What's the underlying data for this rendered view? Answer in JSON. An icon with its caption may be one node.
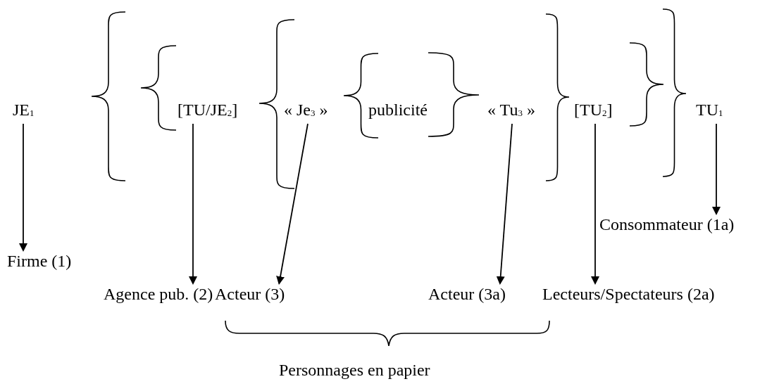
{
  "diagram": {
    "nodes": [
      {
        "text": [
          "JE$_{1}$"
        ]
      },
      {
        "text": [
          "[TU/JE$_{2}$]"
        ]
      },
      {
        "text": [
          "« Je$_{3}$ »"
        ]
      },
      {
        "text": [
          "publicité"
        ]
      },
      {
        "text": [
          "« Tu$_{3}$ »"
        ]
      },
      {
        "text": [
          "[TU$_{2}$]"
        ]
      },
      {
        "text": [
          "TU$_{1}$"
        ]
      },
      {
        "text": [
          "Consommateur (1a)"
        ]
      },
      {
        "text": [
          "Firme (1)"
        ]
      },
      {
        "text": [
          "Agence pub. (2)"
        ]
      },
      {
        "text": [
          "Acteur (3)"
        ]
      },
      {
        "text": [
          "Acteur (3a)"
        ]
      },
      {
        "text": [
          "Lecteurs/Spectateurs (2a)"
        ]
      }
    ],
    "edges": [
      {
        "from": 0,
        "to": 8,
        "arrow": "to"
      },
      {
        "from": 1,
        "to": 9,
        "arrow": "to"
      },
      {
        "from": 2,
        "to": 10,
        "arrow": "to"
      },
      {
        "from": 4,
        "to": 11,
        "arrow": "to"
      },
      {
        "from": 5,
        "to": 12,
        "arrow": "to"
      },
      {
        "from": 6,
        "to": 7,
        "arrow": "to"
      }
    ],
    "labels": [
      "Personnages en papier"
    ]
  }
}
